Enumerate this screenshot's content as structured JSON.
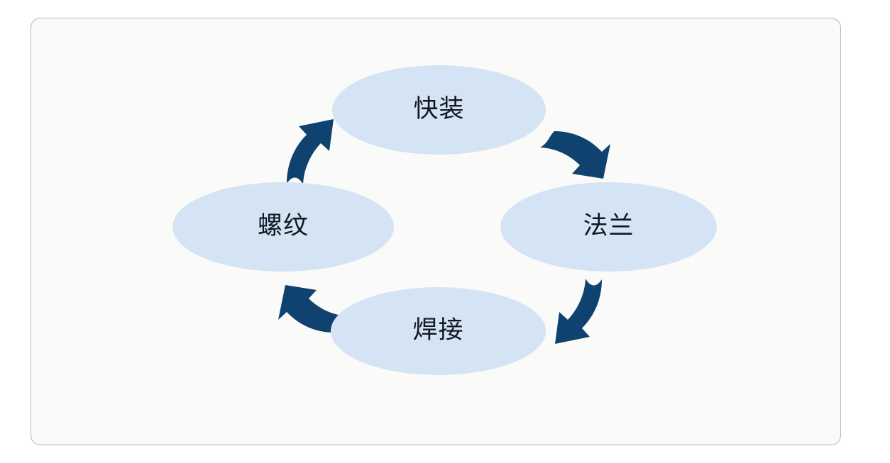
{
  "page": {
    "background_color": "#ffffff"
  },
  "frame": {
    "border_color": "#b5b5b5",
    "fill_color": "#fafaf9",
    "corner_radius": "14px"
  },
  "diagram": {
    "type": "cycle",
    "direction": "clockwise",
    "node_fill_color": "#d4e4f4",
    "node_text_color": "#111820",
    "arrow_color": "#10426f",
    "nodes": [
      {
        "id": "node-top",
        "label": "快装",
        "position": "top"
      },
      {
        "id": "node-right",
        "label": "法兰",
        "position": "right"
      },
      {
        "id": "node-bottom",
        "label": "焊接",
        "position": "bottom"
      },
      {
        "id": "node-left",
        "label": "螺纹",
        "position": "left"
      }
    ],
    "arrows": [
      {
        "id": "arrow-top-right",
        "from": "快装",
        "to": "法兰",
        "direction": "down-right"
      },
      {
        "id": "arrow-bottom-right",
        "from": "法兰",
        "to": "焊接",
        "direction": "down-left"
      },
      {
        "id": "arrow-bottom-left",
        "from": "焊接",
        "to": "螺纹",
        "direction": "up-left"
      },
      {
        "id": "arrow-top-left",
        "from": "螺纹",
        "to": "快装",
        "direction": "up-right"
      }
    ]
  }
}
